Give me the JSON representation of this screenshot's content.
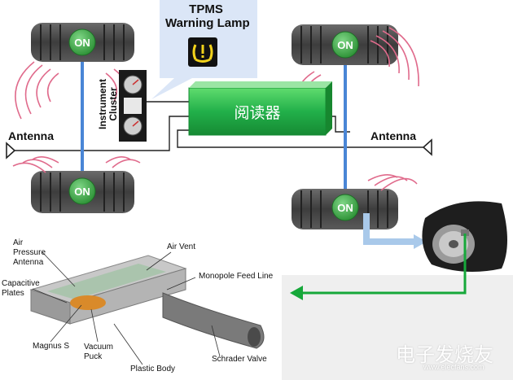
{
  "callout": {
    "line1": "TPMS",
    "line2": "Warning Lamp",
    "icon": "tpms-warning-lamp-icon"
  },
  "cluster": {
    "line1": "Instrument",
    "line2": "Cluster"
  },
  "reader": {
    "label": "阅读器",
    "color": "#22b04a"
  },
  "antennas": {
    "left": "Antenna",
    "right": "Antenna"
  },
  "wheels": {
    "badge": "ON",
    "badge_color": "#2fa13a",
    "axle_color": "#4a86d6"
  },
  "sensor": {
    "labels": {
      "air_pressure_antenna": [
        "Air",
        "Pressure",
        "Antenna"
      ],
      "capacitive_plates": [
        "Capacitive",
        "Plates"
      ],
      "magnus": "Magnus S",
      "vacuum_puck": [
        "Vacuum",
        "Puck"
      ],
      "plastic_body": "Plastic Body",
      "air_vent": "Air Vent",
      "monopole": "Monopole Feed Line",
      "schrader": "Schrader Valve"
    }
  },
  "watermark": {
    "text": "电子发烧友",
    "url": "www.elecfans.com"
  },
  "colors": {
    "signal": "#e06b8c",
    "green_arrow": "#16a83a",
    "light_arrow": "#a9c9ea",
    "callout_bg": "#dbe6f7"
  }
}
